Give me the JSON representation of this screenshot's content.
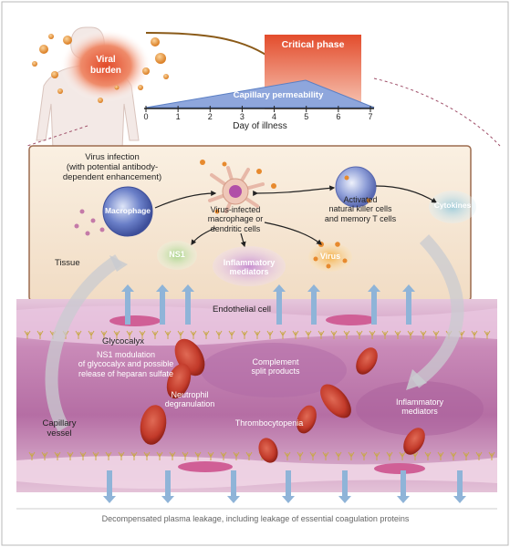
{
  "top": {
    "viral_burden": "Viral\nburden",
    "critical_phase": "Critical phase",
    "capillary_permeability": "Capillary permeability",
    "axis_title": "Day of illness",
    "ticks": [
      "0",
      "1",
      "2",
      "3",
      "4",
      "5",
      "6",
      "7"
    ]
  },
  "tissue": {
    "virus_infection": "Virus infection\n(with potential antibody-\ndependent enhancement)",
    "macrophage": "Macrophage",
    "infected_cells": "Virus-infected\nmacrophage or\ndendritic cells",
    "activated_cells": "Activated\nnatural killer cells\nand memory T cells",
    "cytokines": "Cytokines",
    "tissue_label": "Tissue",
    "ns1": "NS1",
    "inflammatory_mediators": "Inflammatory\nmediators",
    "virus": "Virus"
  },
  "vessel": {
    "endothelial_cell": "Endothelial cell",
    "glycocalyx": "Glycocalyx",
    "ns1_modulation": "NS1 modulation\nof glycocalyx and possible\nrelease of heparan sulfate",
    "complement": "Complement\nsplit products",
    "neutrophil": "Neutrophil\ndegranulation",
    "thrombocytopenia": "Thrombocytopenia",
    "inflammatory_mediators": "Inflammatory\nmediators",
    "capillary_vessel": "Capillary\nvessel",
    "leakage": "Decompensated plasma leakage, including leakage of essential coagulation proteins"
  },
  "colors": {
    "critical": "#e0502f",
    "permeability": "#5b7fc4",
    "vessel_pink": "#c98ab8",
    "rbc": "#c0392b",
    "arrow_blue": "#8fb4d8"
  }
}
